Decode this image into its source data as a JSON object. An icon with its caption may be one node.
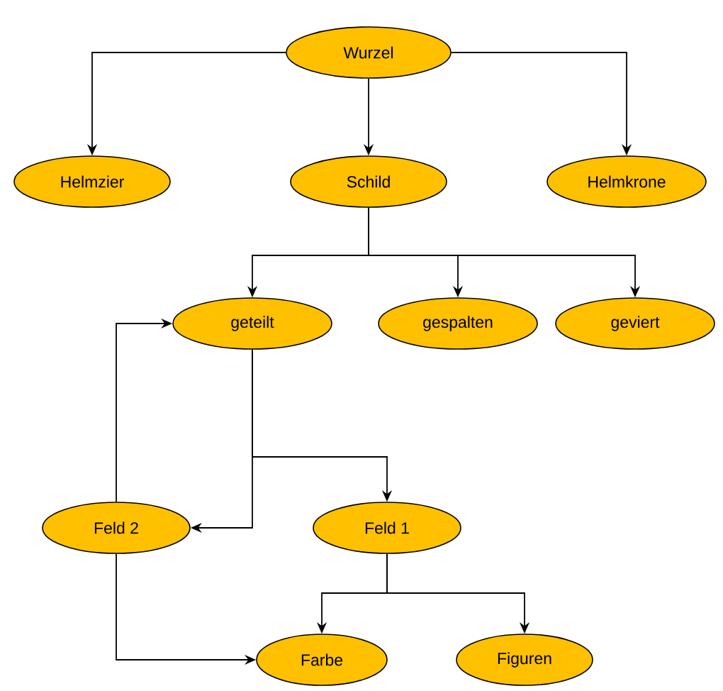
{
  "diagram": {
    "nodes": [
      {
        "text": [
          "Wurzel"
        ]
      },
      {
        "text": [
          "Helmzier"
        ]
      },
      {
        "text": [
          "Schild"
        ]
      },
      {
        "text": [
          "Helmkrone"
        ]
      },
      {
        "text": [
          "geteilt"
        ]
      },
      {
        "text": [
          "gespalten"
        ]
      },
      {
        "text": [
          "geviert"
        ]
      },
      {
        "text": [
          "Feld 2"
        ]
      },
      {
        "text": [
          "Feld 1"
        ]
      },
      {
        "text": [
          "Farbe"
        ]
      },
      {
        "text": [
          "Figuren"
        ]
      }
    ],
    "edges": [
      {
        "from": 0,
        "to": 1,
        "arrow": "to"
      },
      {
        "from": 0,
        "to": 2,
        "arrow": "to"
      },
      {
        "from": 0,
        "to": 3,
        "arrow": "to"
      },
      {
        "from": 2,
        "to": 4,
        "arrow": "to"
      },
      {
        "from": 2,
        "to": 5,
        "arrow": "to"
      },
      {
        "from": 2,
        "to": 6,
        "arrow": "to"
      },
      {
        "from": 4,
        "to": 7,
        "arrow": "to"
      },
      {
        "from": 4,
        "to": 8,
        "arrow": "to"
      },
      {
        "from": 7,
        "to": 4,
        "arrow": "to"
      },
      {
        "from": 7,
        "to": 9,
        "arrow": "to"
      },
      {
        "from": 8,
        "to": 9,
        "arrow": "to"
      },
      {
        "from": 8,
        "to": 10,
        "arrow": "to"
      }
    ]
  }
}
